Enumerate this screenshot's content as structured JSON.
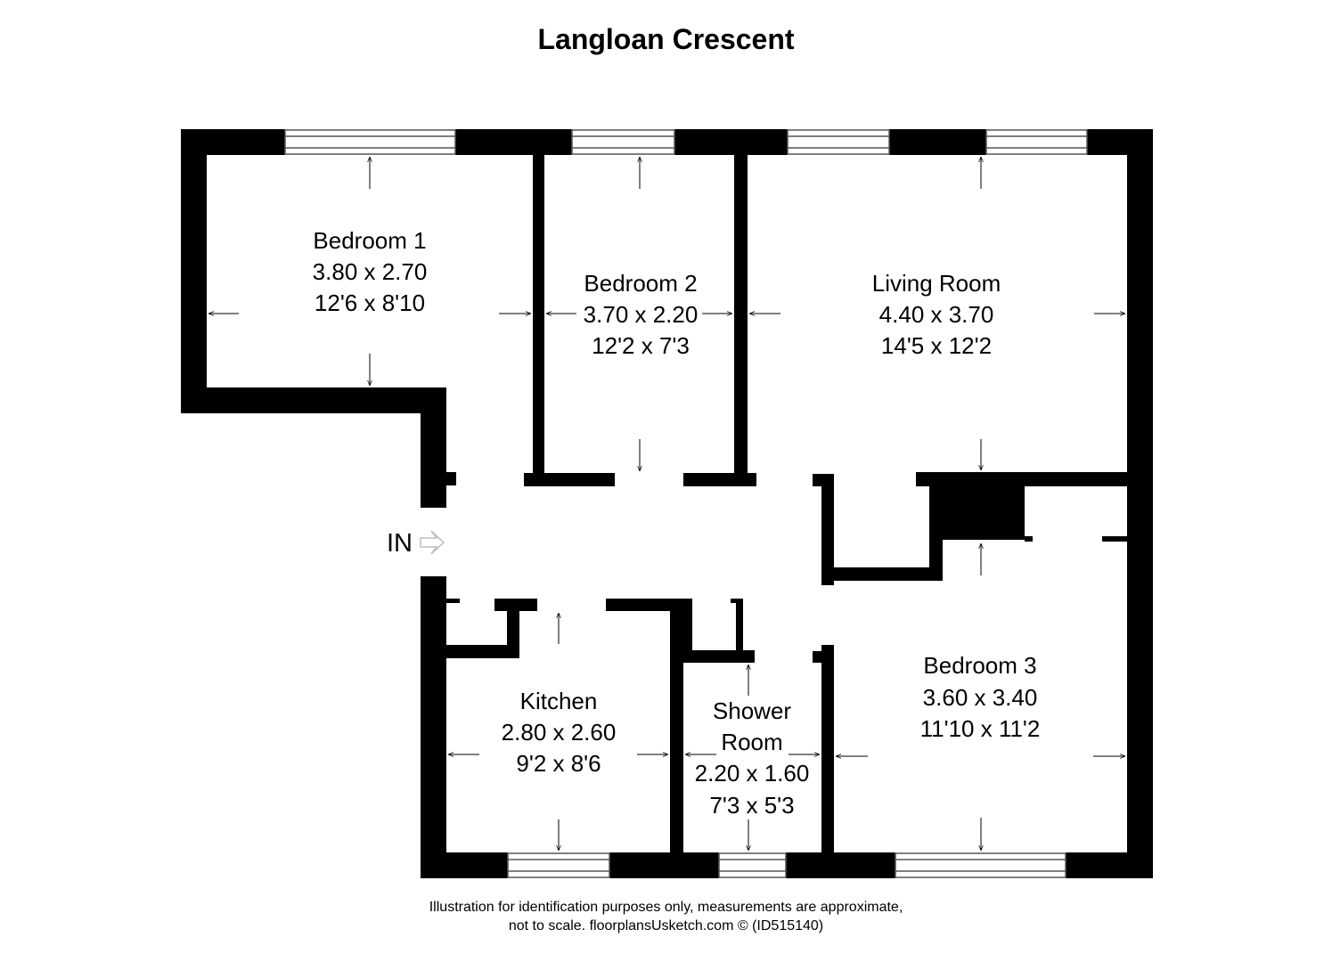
{
  "title": "Langloan Crescent",
  "rooms": [
    {
      "name": "Bedroom 1",
      "metric": "3.80 x 2.70",
      "imperial": "12'6 x 8'10"
    },
    {
      "name": "Bedroom 2",
      "metric": "3.70 x 2.20",
      "imperial": "12'2 x 7'3"
    },
    {
      "name": "Living Room",
      "metric": "4.40 x 3.70",
      "imperial": "14'5 x 12'2"
    },
    {
      "name": "Kitchen",
      "metric": "2.80 x 2.60",
      "imperial": "9'2 x 8'6"
    },
    {
      "name_line1": "Shower",
      "name_line2": "Room",
      "metric": "2.20 x 1.60",
      "imperial": "7'3 x 5'3"
    },
    {
      "name": "Bedroom 3",
      "metric": "3.60 x 3.40",
      "imperial": "11'10 x 11'2"
    }
  ],
  "entrance_label": "IN",
  "footer": {
    "line1": "Illustration for identification purposes only, measurements are approximate,",
    "line2": "not to scale. floorplansUsketch.com © (ID515140)"
  },
  "colors": {
    "wall": "#000000",
    "background": "#ffffff",
    "window_frame": "#9a9a9a"
  }
}
